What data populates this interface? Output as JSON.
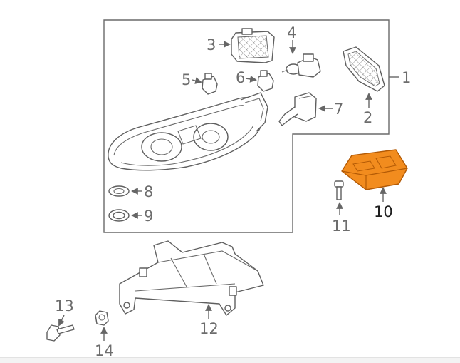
{
  "diagram": {
    "callouts": [
      "1",
      "2",
      "3",
      "4",
      "5",
      "6",
      "7",
      "8",
      "9",
      "10",
      "11",
      "12",
      "13",
      "14"
    ],
    "highlight": {
      "part": "10",
      "fill": "#f28c1e",
      "stroke": "#b35a05"
    },
    "line_color": "#666666"
  }
}
